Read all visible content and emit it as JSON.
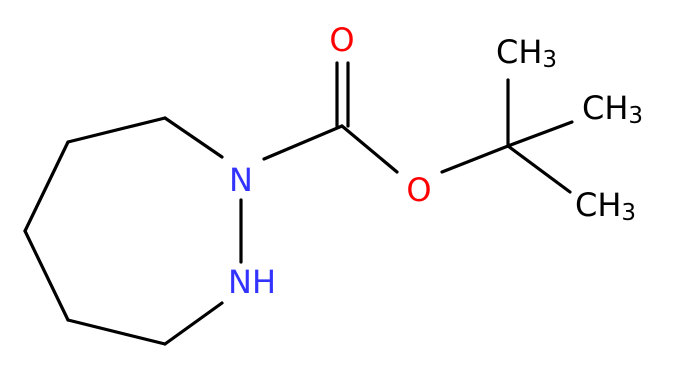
{
  "molecule": {
    "atoms": {
      "n1": "N",
      "n2": "NH",
      "carbonyl_o": "O",
      "ester_o": "O",
      "methyl_top": {
        "main": "CH",
        "sub": "3"
      },
      "methyl_right": {
        "main": "CH",
        "sub": "3"
      },
      "methyl_bottom": {
        "main": "CH",
        "sub": "3"
      }
    },
    "colors": {
      "nitrogen": "#3333ff",
      "oxygen": "#ff0000",
      "carbon": "#000000",
      "bond": "#000000"
    }
  }
}
